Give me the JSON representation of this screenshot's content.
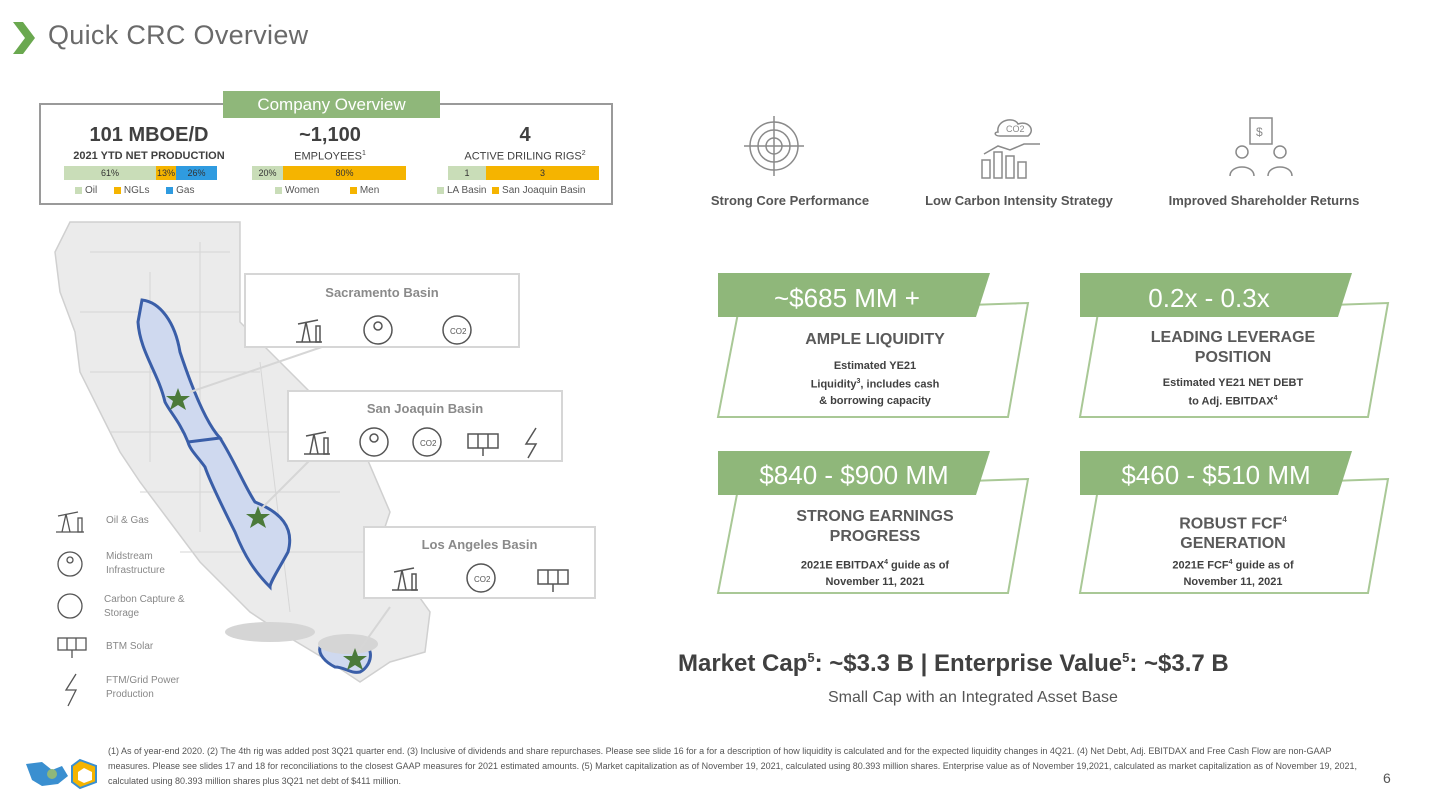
{
  "title": "Quick CRC Overview",
  "colors": {
    "accent": "#8fb77a",
    "oil": "#c9ddb8",
    "ngl": "#f5b400",
    "gas": "#2f9be0",
    "outline": "#3a5ea8"
  },
  "company_overview": {
    "tab": "Company Overview",
    "production": {
      "value": "101 MBOE/D",
      "label": "2021 YTD NET PRODUCTION",
      "bars": [
        "61%",
        "13%",
        "26%"
      ],
      "legend": [
        "Oil",
        "NGLs",
        "Gas"
      ]
    },
    "employees": {
      "value": "~1,100",
      "label": "EMPLOYEES",
      "sup": "1",
      "bars": [
        "20%",
        "80%"
      ],
      "legend": [
        "Women",
        "Men"
      ]
    },
    "rigs": {
      "value": "4",
      "label": "ACTIVE DRILING RIGS",
      "sup": "2",
      "bars": [
        "1",
        "3"
      ],
      "legend": [
        "LA Basin",
        "San Joaquin Basin"
      ]
    }
  },
  "basins": {
    "sacramento": "Sacramento Basin",
    "san_joaquin": "San Joaquin Basin",
    "los_angeles": "Los Angeles Basin"
  },
  "map_legend": [
    {
      "icon": "oil-gas-icon",
      "label_1": "Oil & Gas",
      "label_2": ""
    },
    {
      "icon": "midstream-icon",
      "label_1": "Midstream",
      "label_2": "Infrastructure"
    },
    {
      "icon": "carbon-capture-icon",
      "label_1": "Carbon Capture &",
      "label_2": "Storage"
    },
    {
      "icon": "solar-icon",
      "label_1": "BTM Solar",
      "label_2": ""
    },
    {
      "icon": "power-icon",
      "label_1": "FTM/Grid Power",
      "label_2": "Production"
    }
  ],
  "features": [
    {
      "icon": "target-icon",
      "label": "Strong Core Performance"
    },
    {
      "icon": "co2-chart-icon",
      "label": "Low Carbon Intensity Strategy"
    },
    {
      "icon": "shareholder-icon",
      "label": "Improved Shareholder Returns"
    }
  ],
  "kpis": [
    {
      "value": "~$685 MM +",
      "title_1": "AMPLE LIQUIDITY",
      "title_2": "",
      "sub_1": "Estimated YE21",
      "sub_2a": "Liquidity",
      "sub_2sup": "3",
      "sub_2b": ", includes cash",
      "sub_3": "& borrowing capacity"
    },
    {
      "value": "0.2x - 0.3x",
      "title_1": "LEADING LEVERAGE",
      "title_2": "POSITION",
      "sub_1": "Estimated YE21 NET DEBT",
      "sub_2a": "to Adj. EBITDAX",
      "sub_2sup": "4",
      "sub_2b": "",
      "sub_3": ""
    },
    {
      "value": "$840 - $900 MM",
      "title_1": "STRONG EARNINGS",
      "title_2": "PROGRESS",
      "sub_1a": "2021E EBITDAX",
      "sub_1sup": "4",
      "sub_1b": " guide as of",
      "sub_2": "November 11, 2021"
    },
    {
      "value": "$460 - $510 MM",
      "title_1a": "ROBUST FCF",
      "title_1sup": "4",
      "title_2": "GENERATION",
      "sub_1a": "2021E FCF",
      "sub_1sup": "4",
      "sub_1b": " guide as of",
      "sub_2": "November 11, 2021"
    }
  ],
  "market": {
    "mc_label": "Market Cap",
    "mc_sup": "5",
    "mc_value": ": ~$3.3 B | Enterprise Value",
    "ev_sup": "5",
    "ev_value": ": ~$3.7 B",
    "sub": "Small Cap with an Integrated Asset Base"
  },
  "footnote": "(1) As of year-end 2020. (2) The 4th rig was added post 3Q21 quarter end. (3) Inclusive of dividends and share repurchases. Please see slide 16 for a for a description of how liquidity is calculated and for the expected liquidity changes in 4Q21. (4) Net Debt, Adj. EBITDAX and Free Cash Flow are non-GAAP measures. Please see slides 17 and 18 for reconciliations to the closest GAAP measures for 2021 estimated amounts. (5) Market capitalization as of November 19, 2021, calculated using 80.393 million shares. Enterprise value as of November 19,2021, calculated as market capitalization as of November 19, 2021, calculated using 80.393 million shares plus 3Q21 net debt of $411 million.",
  "page_number": "6"
}
